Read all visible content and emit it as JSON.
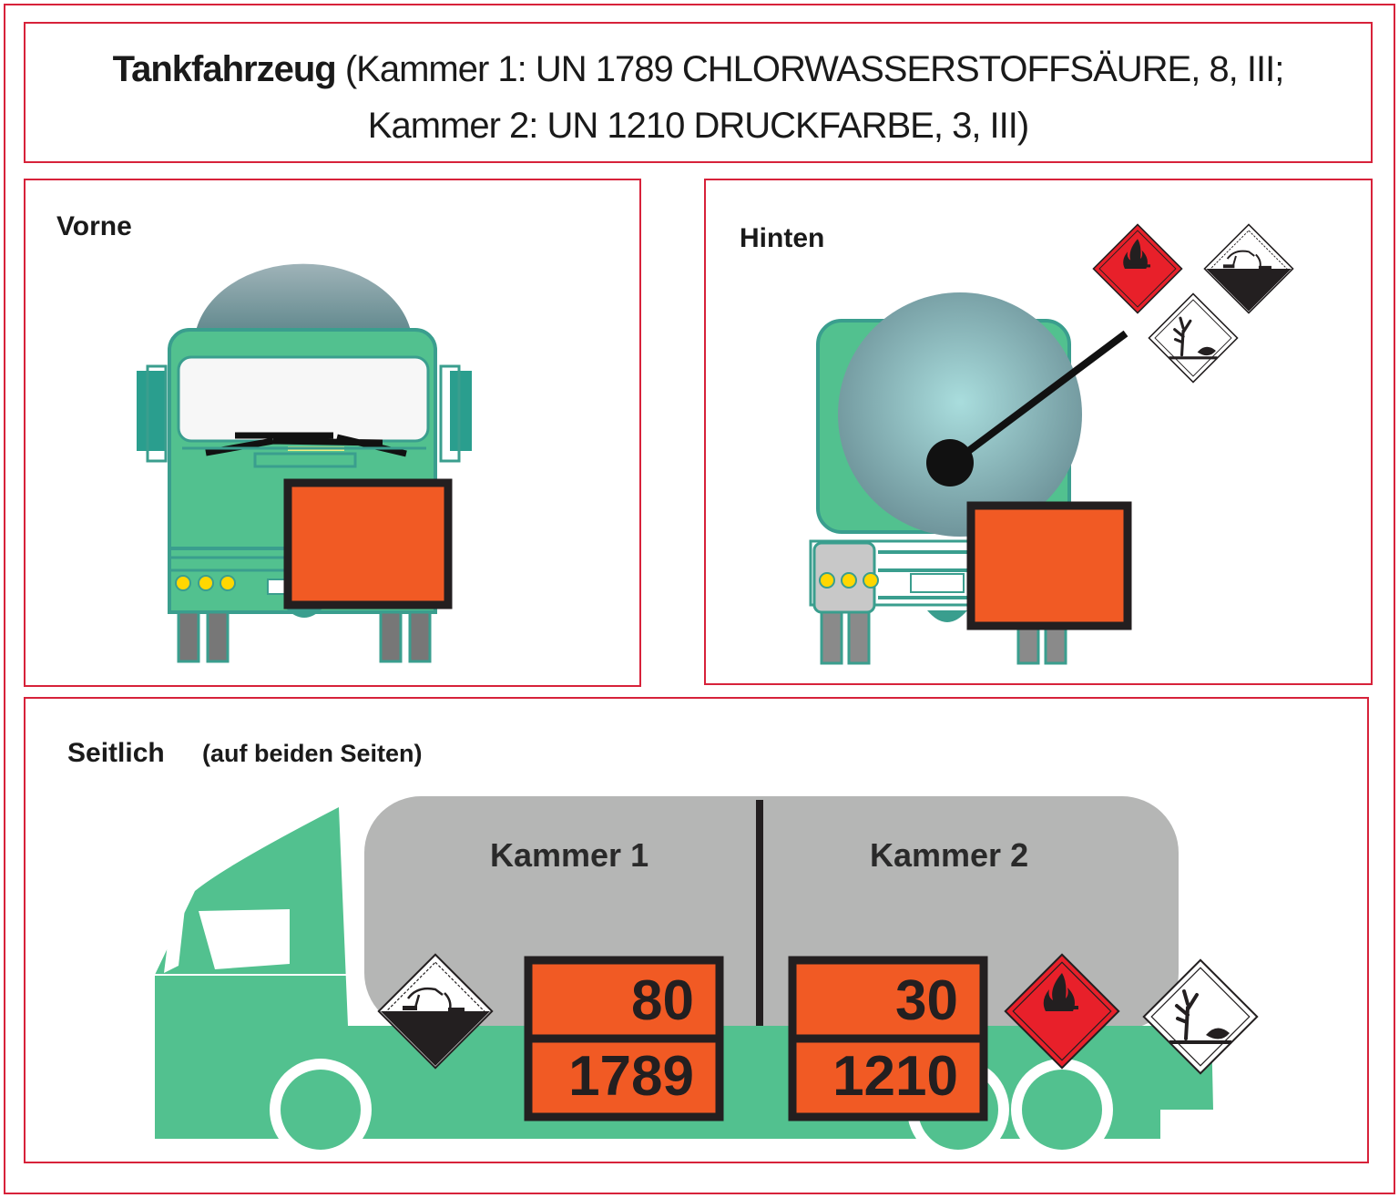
{
  "title": {
    "bold": "Tankfahrzeug",
    "line1_rest": " (Kammer 1: UN 1789 CHLORWASSERSTOFFSÄURE, 8, III;",
    "line2": "Kammer 2:   UN 1210 DRUCKFARBE, 3, III)"
  },
  "panels": {
    "front": {
      "label": "Vorne"
    },
    "rear": {
      "label": "Hinten"
    },
    "side": {
      "label": "Seitlich",
      "sublabel": "(auf beiden Seiten)"
    }
  },
  "compartments": [
    {
      "label": "Kammer 1",
      "hazard_number": "80",
      "un_number": "1789",
      "class_label": "8"
    },
    {
      "label": "Kammer 2",
      "hazard_number": "30",
      "un_number": "1210",
      "class_label": "3"
    }
  ],
  "colors": {
    "frame": "#d7223a",
    "truck": "#52c18f",
    "tank": "#b5b6b5",
    "plate": "#f15a24",
    "flammable": "#e8202a"
  }
}
